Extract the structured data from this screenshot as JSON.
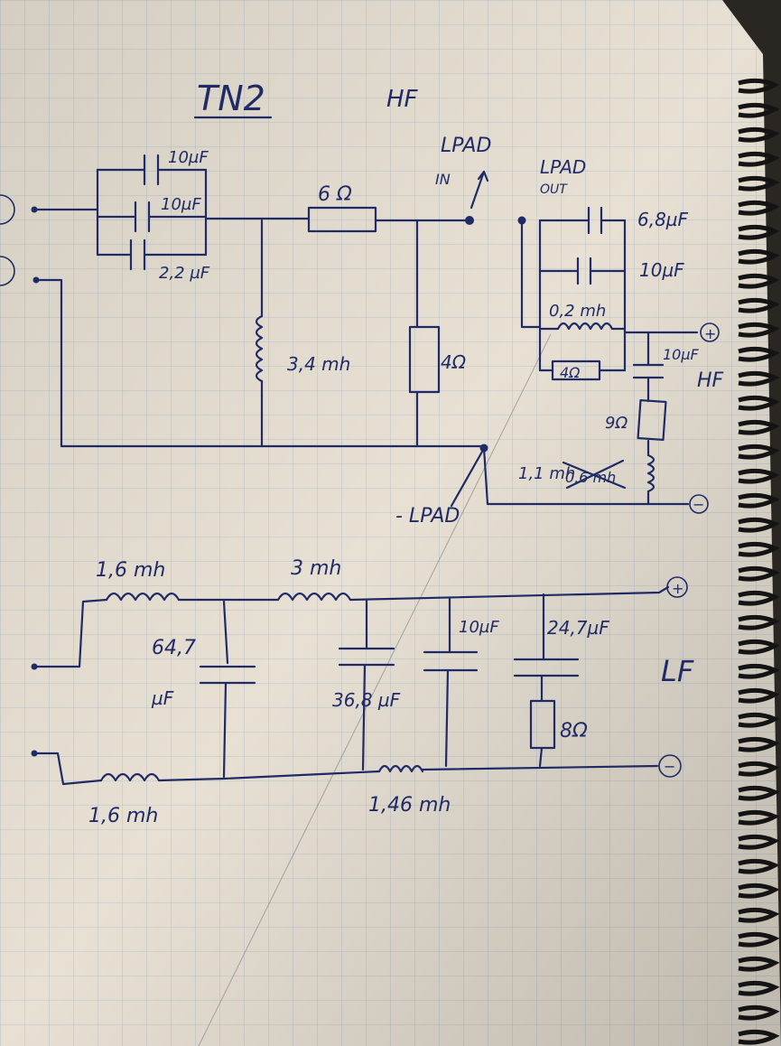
{
  "title": "TN2",
  "hf": {
    "heading": "HF",
    "caps": [
      "10µF",
      "10µF",
      "2,2 µF"
    ],
    "series_resistor": "6 Ω",
    "shunt_inductor": "3,4 mh",
    "shunt_resistor": "4Ω",
    "lpad_label": "LPAD",
    "lpad_in": "IN",
    "lpad_out_label": "LPAD",
    "lpad_out": "OUT",
    "lpad_minus": "- LPAD",
    "out_caps": [
      "6,8µF",
      "10µF"
    ],
    "out_inductor": "0,2 mh",
    "out_resistor": "4Ω",
    "notch_cap": "10µF",
    "notch_label": "HF",
    "notch_resistor": "9Ω",
    "notch_inductor_old": "0,6 mh",
    "notch_inductor": "1,1 mh",
    "plus": "+",
    "minus": "−"
  },
  "lf": {
    "heading": "LF",
    "inductor_in_top": "1,6 mh",
    "inductor_2": "3 mh",
    "cap_shunt_1": "64,7",
    "cap_shunt_1_unit": "µF",
    "cap_shunt_2": "36,8 µF",
    "cap_3": "10µF",
    "cap_4": "24,7µF",
    "resistor": "8Ω",
    "inductor_in_bottom": "1,6 mh",
    "inductor_return": "1,46 mh",
    "plus": "+",
    "minus": "−"
  },
  "colors": {
    "paper": "#e7e0d3",
    "grid": "#b9c3cf",
    "ink": "#1f2a66"
  }
}
